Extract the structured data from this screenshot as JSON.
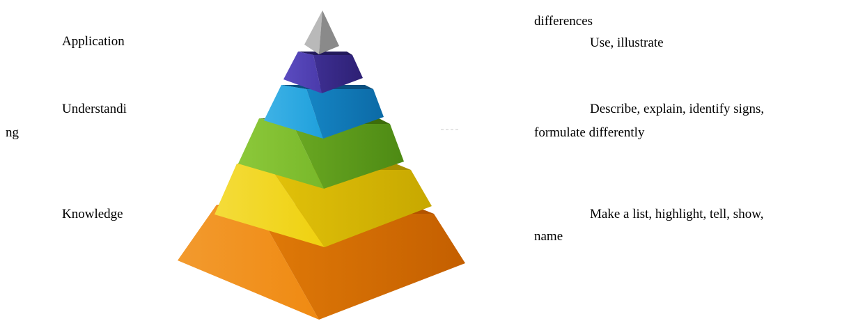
{
  "left_labels": {
    "application": "Application",
    "understanding_part1": "Understandi",
    "understanding_part2": "ng",
    "knowledge": "Knowledge"
  },
  "right_text": {
    "top_fragment": "differences",
    "application_verbs": "Use, illustrate",
    "understanding_line1": "Describe,   explain,   identify   signs,",
    "understanding_line2": "formulate differently",
    "knowledge_line1": "Make  a  list,  highlight,  tell,  show,",
    "knowledge_line2": "name"
  },
  "pyramid": {
    "tier_colors": [
      "#9a9a9a",
      "#4a3aa0",
      "#1f8fc9",
      "#6aaa23",
      "#e8cc12",
      "#e67a0a"
    ]
  }
}
